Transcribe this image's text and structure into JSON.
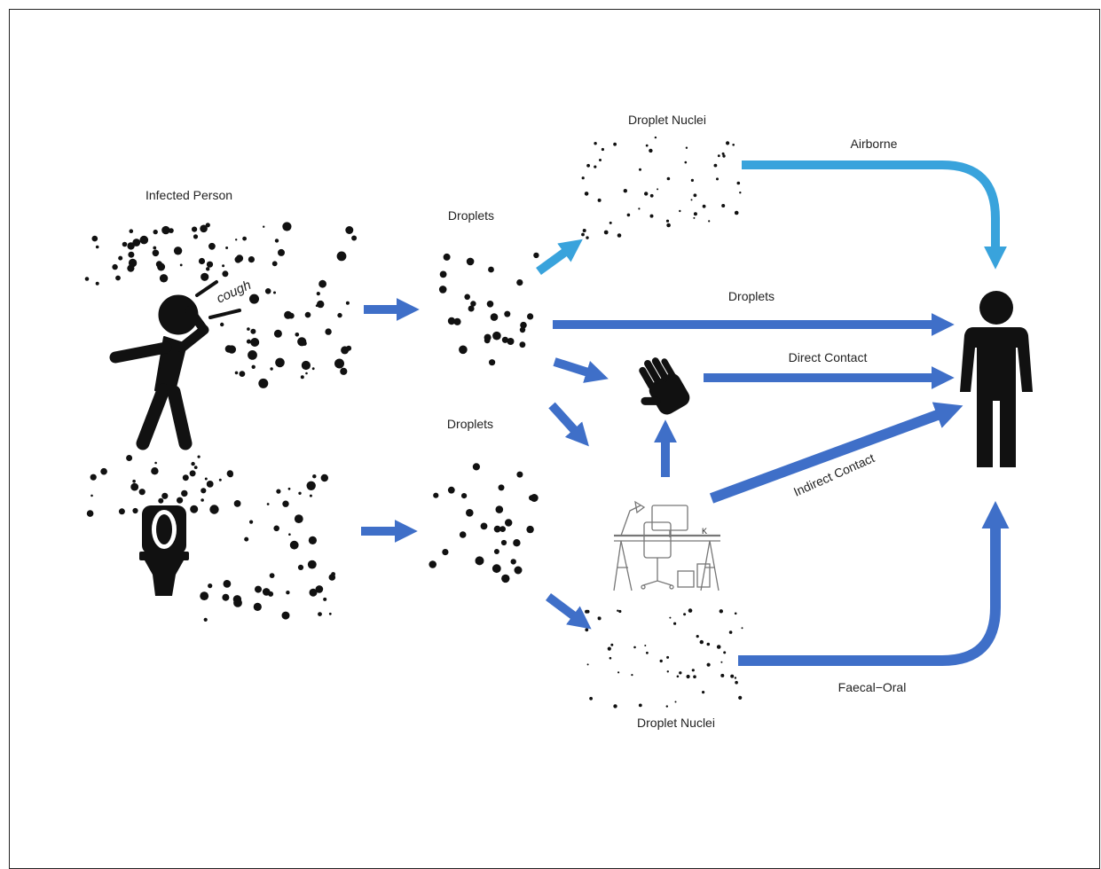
{
  "labels": {
    "infected_person": "Infected Person",
    "droplets_top": "Droplets",
    "droplets_bottom": "Droplets",
    "droplet_nuclei_top": "Droplet Nuclei",
    "droplet_nuclei_bottom": "Droplet Nuclei",
    "route_airborne": "Airborne",
    "route_droplets": "Droplets",
    "route_direct_contact": "Direct Contact",
    "route_indirect_contact": "Indirect Contact",
    "route_faecal_oral": "Faecal−Oral",
    "cough": "cough"
  },
  "colors": {
    "arrow_dark": "#3f6fc8",
    "arrow_light": "#39a3dc",
    "ink": "#111111"
  },
  "icons": {
    "source_top": "coughing-person-icon",
    "source_bottom": "toilet-icon",
    "hand": "hand-icon",
    "surface": "workstation-desk-icon",
    "target": "person-icon"
  }
}
